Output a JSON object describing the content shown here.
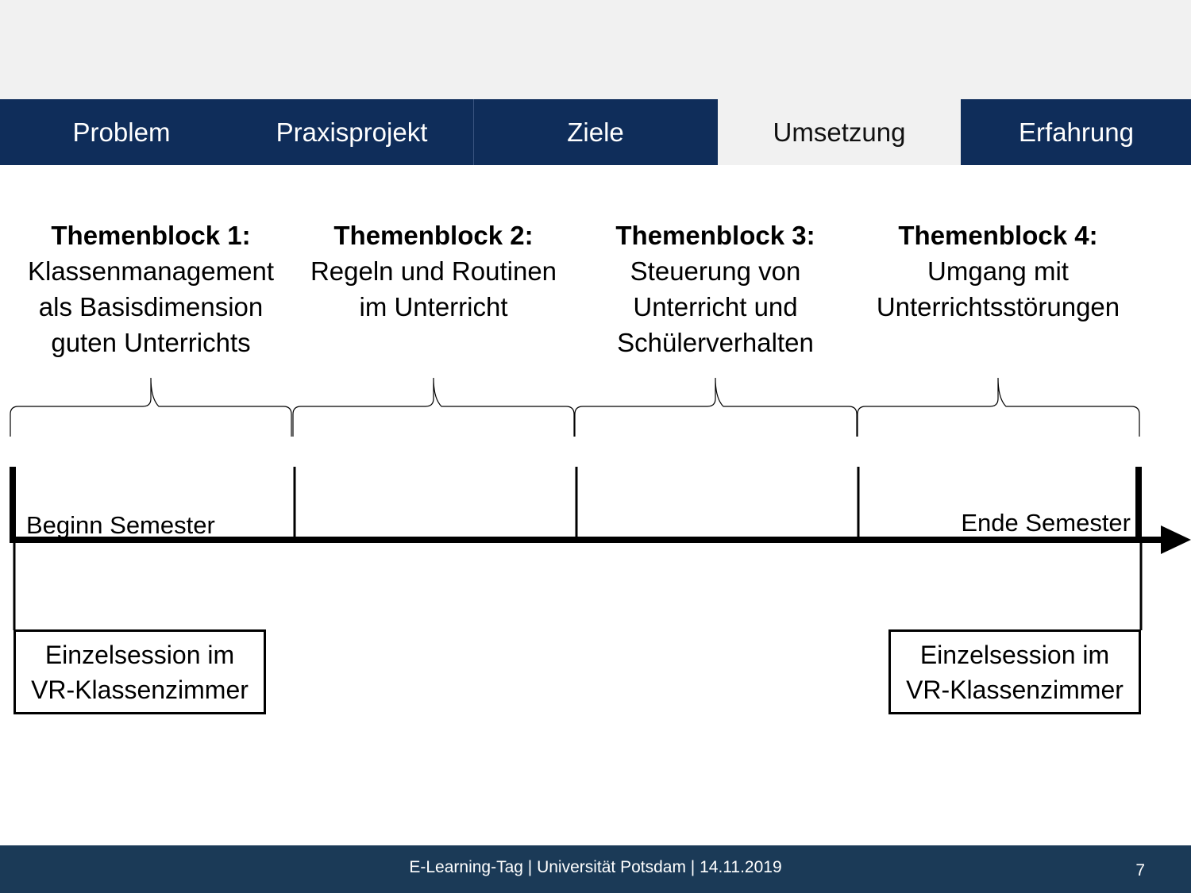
{
  "nav": {
    "tabs": [
      {
        "label": "Problem",
        "active": false
      },
      {
        "label": "Praxisprojekt",
        "active": false
      },
      {
        "label": "Ziele",
        "active": false
      },
      {
        "label": "Umsetzung",
        "active": true
      },
      {
        "label": "Erfahrung",
        "active": false
      }
    ]
  },
  "blocks": [
    {
      "heading": "Themenblock 1:",
      "body": "Klassenmanagement\nals Basisdimension\nguten Unterrichts"
    },
    {
      "heading": "Themenblock 2:",
      "body": "Regeln und Routinen\nim Unterricht"
    },
    {
      "heading": "Themenblock 3:",
      "body": "Steuerung von\nUnterricht und\nSchülerverhalten"
    },
    {
      "heading": "Themenblock 4:",
      "body": "Umgang mit\nUnterrichtsstörungen"
    }
  ],
  "timeline": {
    "start_label": "Beginn Semester",
    "end_label": "Ende Semester"
  },
  "sessions": [
    {
      "label": "Einzelsession im\nVR-Klassenzimmer"
    },
    {
      "label": "Einzelsession im\nVR-Klassenzimmer"
    }
  ],
  "footer": {
    "text": "E-Learning-Tag | Universität Potsdam | 14.11.2019",
    "page_number": "7"
  },
  "colors": {
    "nav_background": "#0f2d5a",
    "nav_active_background": "#f1f1f1",
    "footer_background": "#1b3a57"
  }
}
